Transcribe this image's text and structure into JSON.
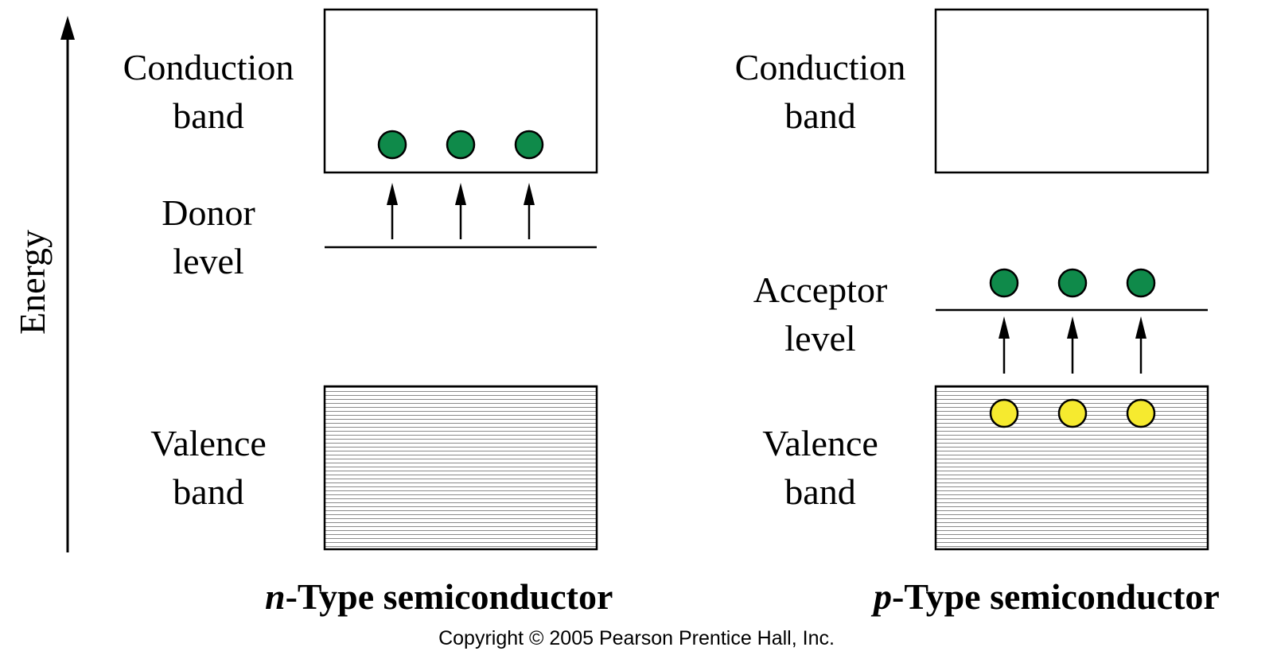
{
  "axis": {
    "label": "Energy"
  },
  "n_type": {
    "title_letter": "n",
    "title_rest": "-Type semiconductor",
    "conduction_label": [
      "Conduction",
      "band"
    ],
    "donor_label": [
      "Donor",
      "level"
    ],
    "valence_label": [
      "Valence",
      "band"
    ],
    "electron_count": 3
  },
  "p_type": {
    "title_letter": "p",
    "title_rest": "-Type semiconductor",
    "conduction_label": [
      "Conduction",
      "band"
    ],
    "acceptor_label": [
      "Acceptor",
      "level"
    ],
    "valence_label": [
      "Valence",
      "band"
    ],
    "electron_count": 3,
    "hole_count": 3
  },
  "colors": {
    "electron": "#0f8a4a",
    "hole": "#f6ea2f",
    "line": "#000000",
    "hatch": "#8a8a8a"
  },
  "copyright": "Copyright © 2005 Pearson Prentice Hall, Inc."
}
